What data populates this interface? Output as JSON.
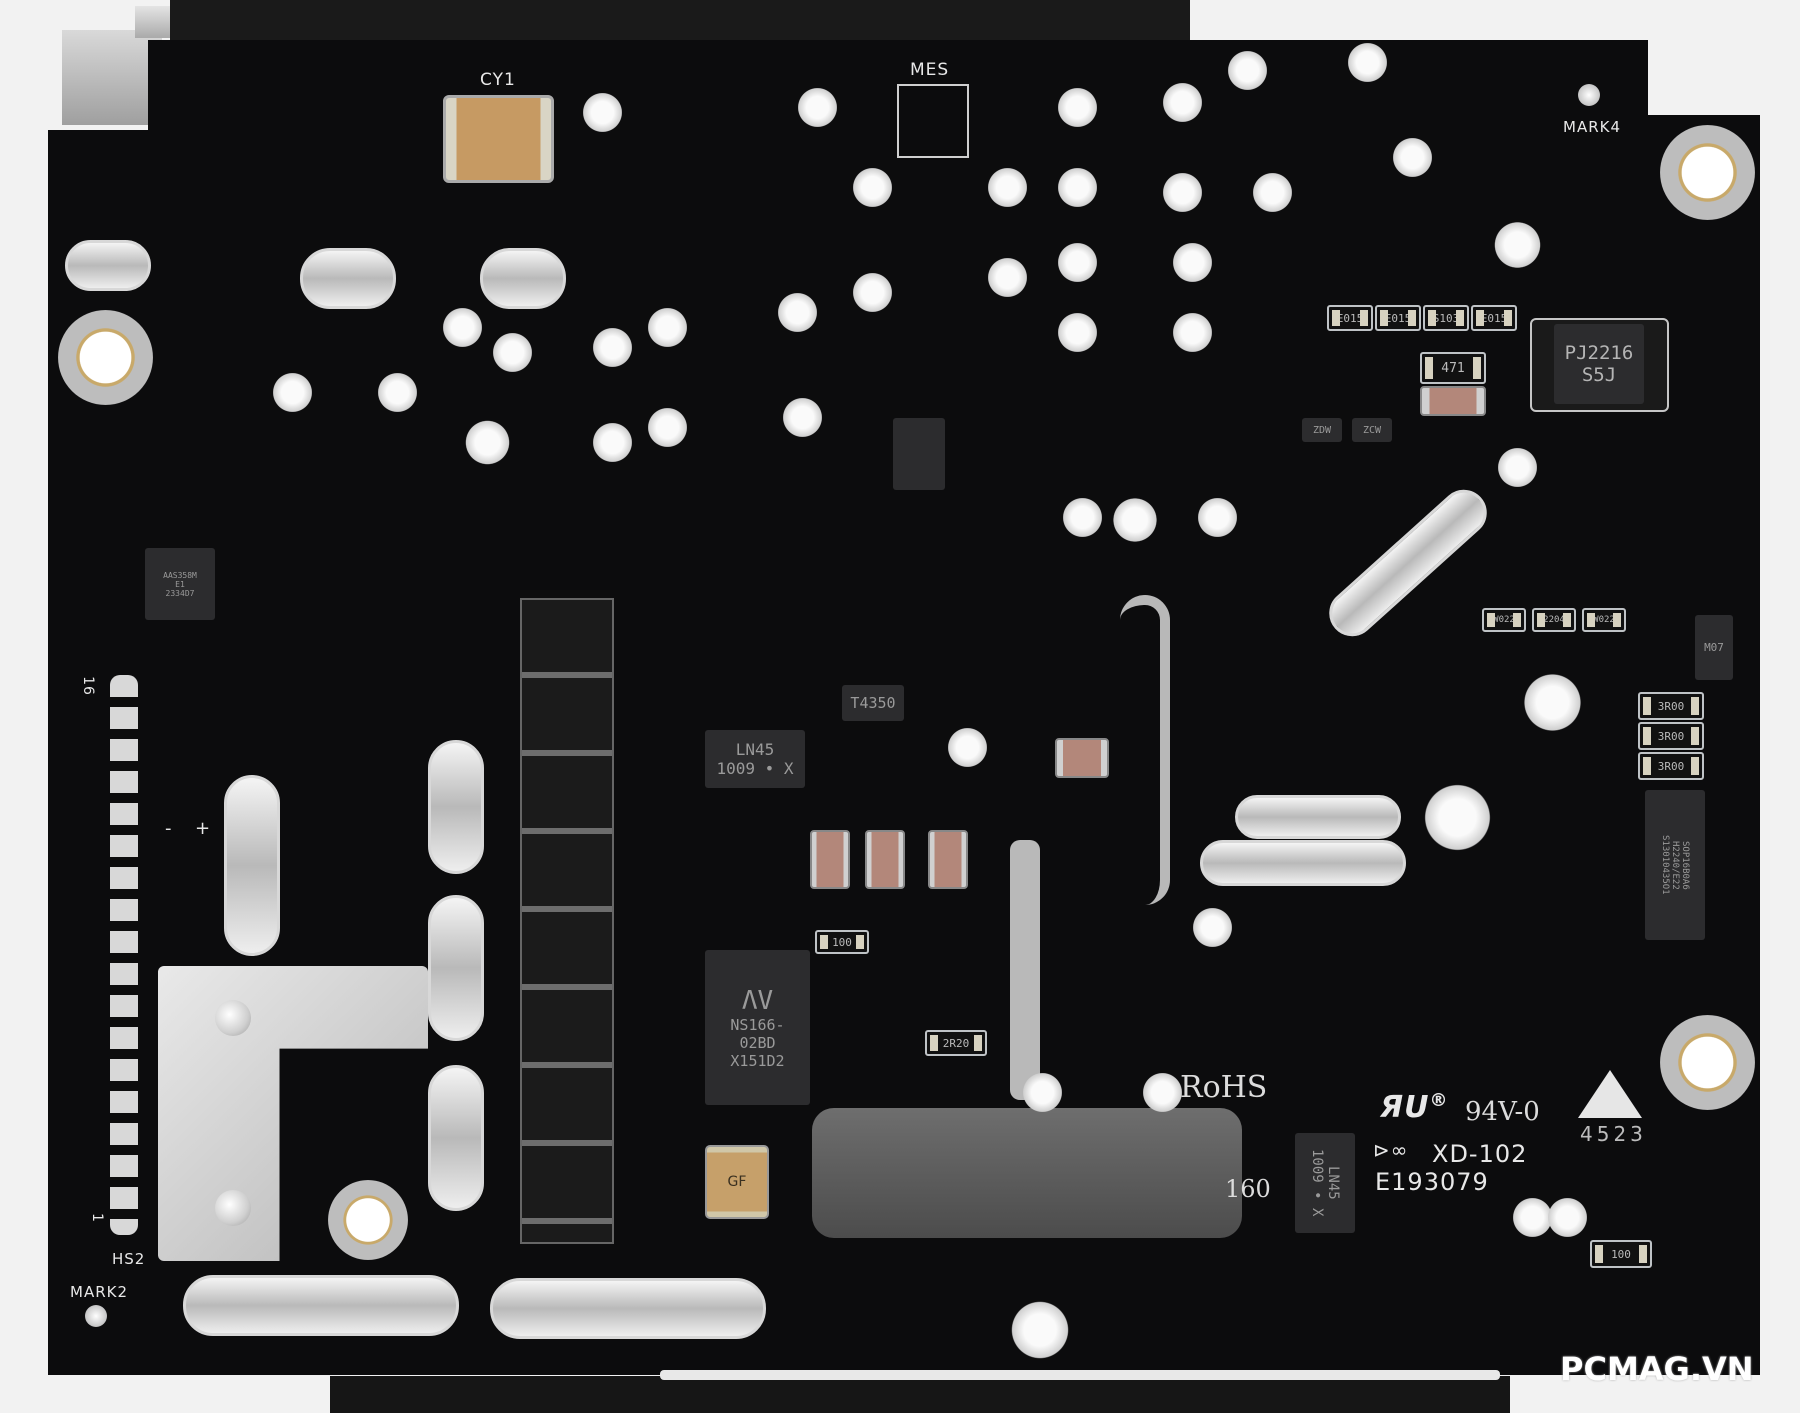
{
  "image": {
    "subject": "Printed circuit board (solder side) of a power adapter",
    "watermark": "PCMAG.VN"
  },
  "silkscreen": {
    "cy1": "CY1",
    "mes": "MES",
    "mark4": "MARK4",
    "mark2": "MARK2",
    "hs2": "HS2",
    "pin16": "16",
    "pin1": "1",
    "minus": "-",
    "plus": "+",
    "rohs": "RoHS",
    "cert_partial": "160",
    "ul_rating": "94V-0",
    "ul_mark": "®",
    "manufacturer_code": "XD-102",
    "ul_file": "E193079",
    "date_code": "4523"
  },
  "components": {
    "bridge_diode": {
      "line1": "PJ2216",
      "line2": "S5J"
    },
    "regulator": "T4350",
    "optocoupler_1": {
      "line1": "LN45",
      "line2": "1009 • X"
    },
    "optocoupler_2": {
      "line1": "LN45",
      "line2": "1009 • X"
    },
    "controller": {
      "logo": "ΛV",
      "line1": "NS166-",
      "line2": "02BD",
      "line3": "X151D2"
    },
    "left_ic": {
      "line1": "AAS358M",
      "line2": "E1",
      "line3": "2334D7"
    },
    "right_ic": {
      "line1": "SOP16B0A6",
      "line2": "H2240/E22",
      "line3": "S13010435O1"
    },
    "small_caps": [
      "GF"
    ],
    "resistors": [
      "E015",
      "E015",
      "S103",
      "E015",
      "471",
      "W022",
      "2204",
      "W022",
      "3R00",
      "3R00",
      "3R00",
      "100",
      "2R20",
      "100"
    ],
    "transistor_marks": [
      "ZDW",
      "ZCW"
    ],
    "diode": "M07"
  }
}
